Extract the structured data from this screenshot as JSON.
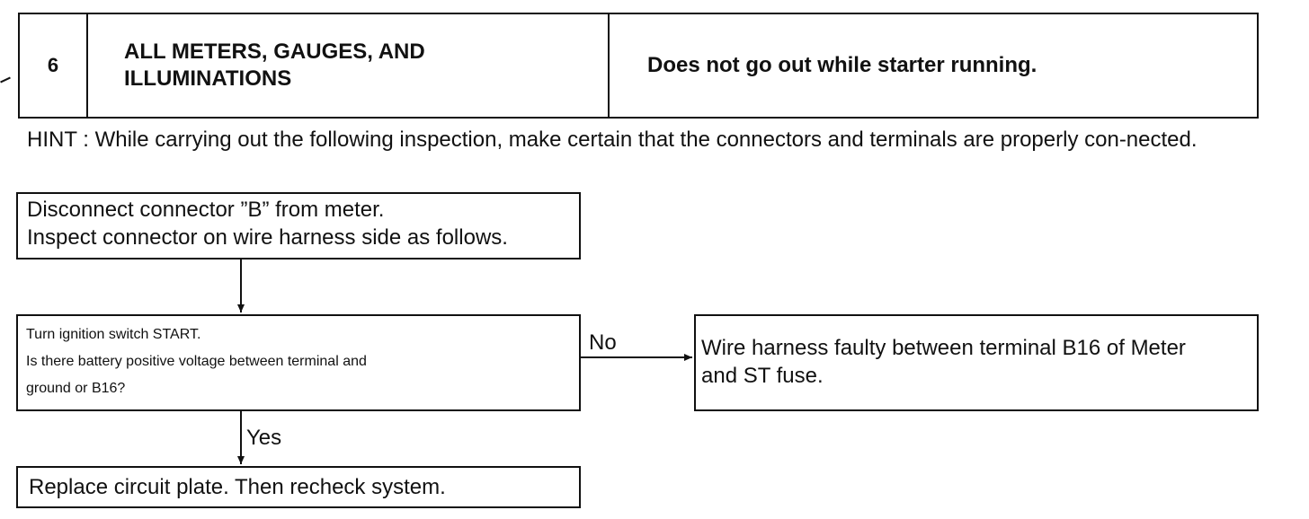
{
  "header": {
    "number": "6",
    "system_line1": "ALL METERS, GAUGES, AND",
    "system_line2": "ILLUMINATIONS",
    "symptom": "Does not go out while starter running."
  },
  "hint": "HINT : While carrying out the following inspection, make certain that the connectors and terminals are properly con-nected.",
  "flow": {
    "step1": {
      "line1": "Disconnect connector ”B” from meter.",
      "line2": "Inspect connector on wire harness side as follows."
    },
    "step2": {
      "line1": "Turn ignition switch START.",
      "line2": "Is there battery positive voltage between terminal and",
      "line3": "ground or B16?"
    },
    "no_label": "No",
    "yes_label": "Yes",
    "no_result": {
      "line1": "Wire harness faulty between terminal B16 of Meter",
      "line2": "and ST fuse."
    },
    "yes_result": "Replace circuit plate. Then recheck system."
  }
}
